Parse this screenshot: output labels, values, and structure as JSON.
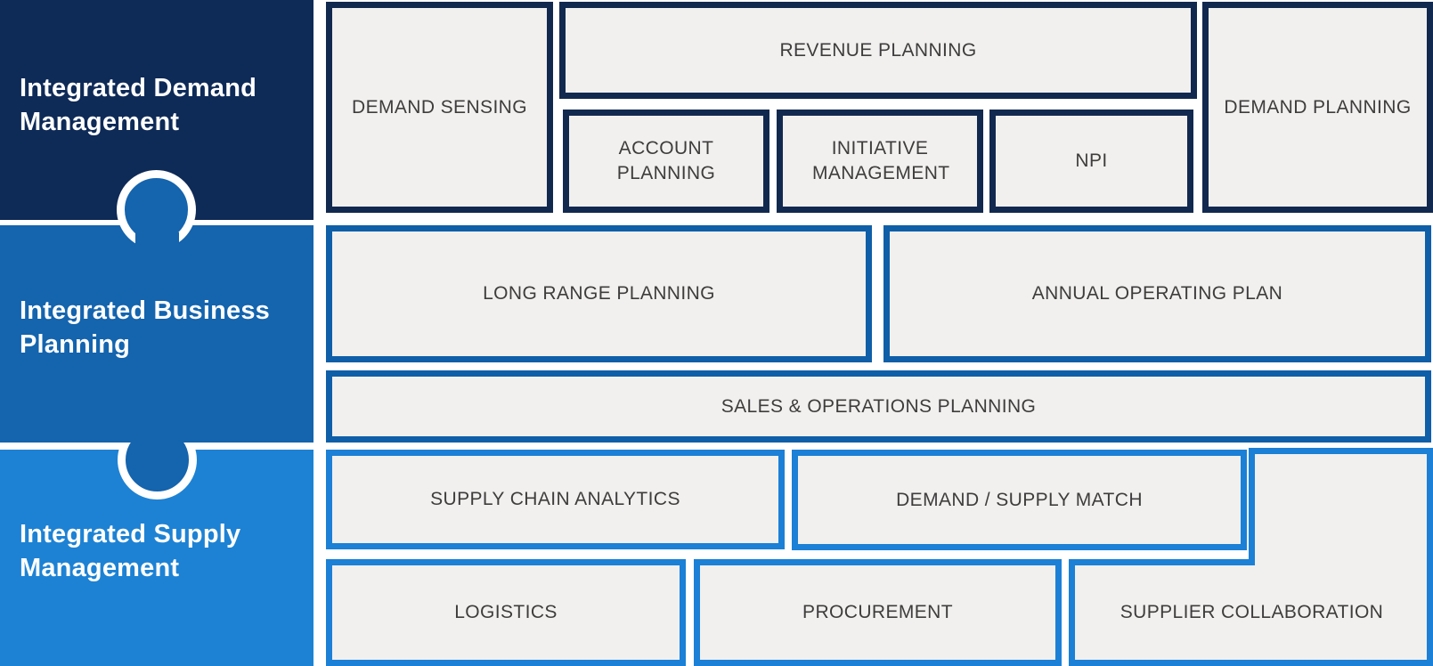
{
  "blocks": [
    {
      "label": "Integrated Demand Management",
      "color": "#0e2a57"
    },
    {
      "label": "Integrated Business Planning",
      "color": "#1464ae"
    },
    {
      "label": "Integrated Supply Management",
      "color": "#1d82d4"
    }
  ],
  "boxes": {
    "demand_sensing": "DEMAND SENSING",
    "revenue_planning": "REVENUE PLANNING",
    "account_planning": "ACCOUNT PLANNING",
    "initiative_management": "INITIATIVE MANAGEMENT",
    "npi": "NPI",
    "demand_planning": "DEMAND PLANNING",
    "long_range_planning": "LONG RANGE PLANNING",
    "annual_operating_plan": "ANNUAL OPERATING PLAN",
    "sales_operations_planning": "SALES & OPERATIONS PLANNING",
    "supply_chain_analytics": "SUPPLY CHAIN ANALYTICS",
    "demand_supply_match": "DEMAND / SUPPLY MATCH",
    "logistics": "LOGISTICS",
    "procurement": "PROCUREMENT",
    "supplier_collaboration": "SUPPLIER COLLABORATION"
  },
  "style": {
    "box_fill": "#f1f0ef",
    "box_text_color": "#3e3d3c",
    "row1_border": "#12294f",
    "row2_border": "#0f5fa8",
    "row3_border": "#1b80d6",
    "connector_fill": "#1464ae",
    "connector_ring": "#ffffff"
  }
}
